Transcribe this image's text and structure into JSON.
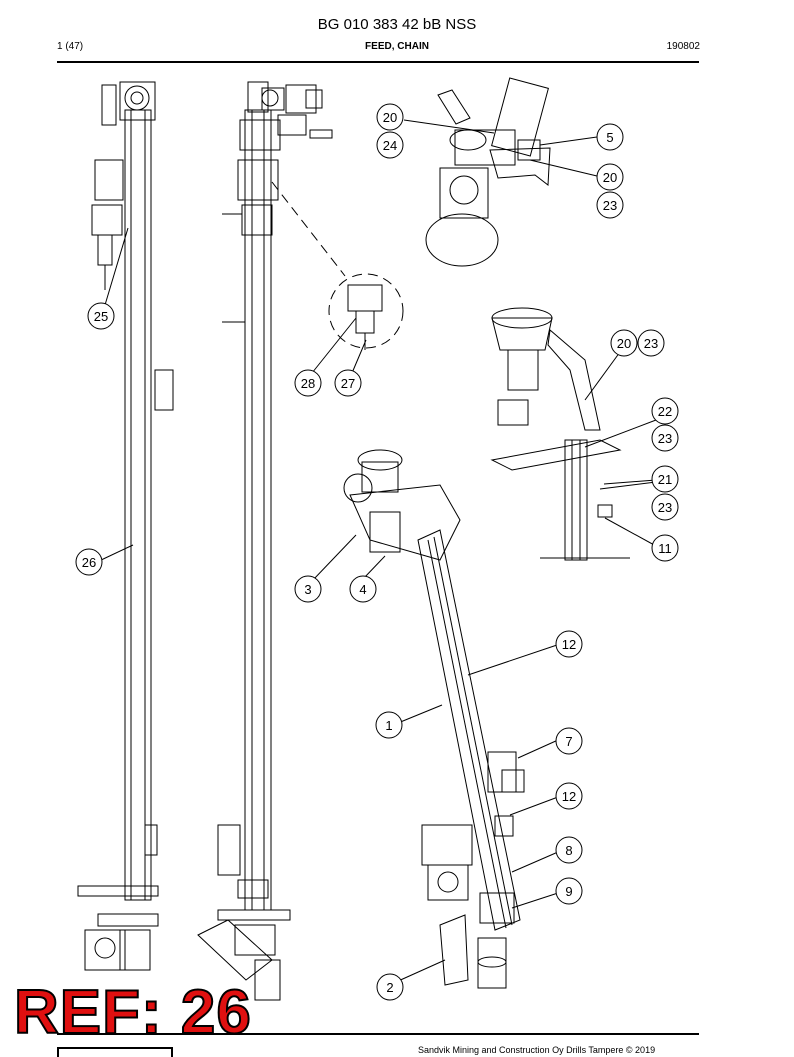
{
  "header": {
    "doc_title": "BG 010 383 42 bB NSS",
    "page": "1 (47)",
    "section": "FEED, CHAIN",
    "date": "190802"
  },
  "footer": {
    "copyright": "Sandvik Mining and Construction Oy Drills Tampere © 2019"
  },
  "overlay": {
    "ref_label": "REF: 26"
  },
  "callouts": [
    "20",
    "24",
    "5",
    "20",
    "23",
    "25",
    "28",
    "27",
    "20",
    "23",
    "22",
    "23",
    "21",
    "23",
    "11",
    "26",
    "3",
    "4",
    "12",
    "1",
    "7",
    "12",
    "8",
    "9",
    "2"
  ],
  "colors": {
    "ref": "#e01010",
    "ink": "#000000"
  }
}
